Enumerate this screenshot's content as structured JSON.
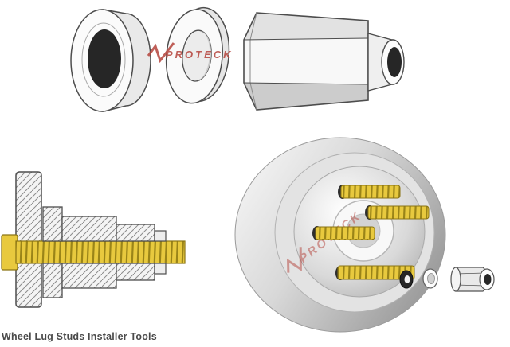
{
  "caption": "Wheel Lug Studs Installer Tools",
  "watermark": {
    "brand": "PROTECK",
    "color": "#b5443c"
  },
  "colors": {
    "stud_yellow": "#e8c93e",
    "stud_thread_line": "#9a8418",
    "stud_outline": "#8a7414",
    "outline_gray": "#4d4d4d",
    "hole_dark": "#262626",
    "caption_gray": "#4a4a4a",
    "metal_light": "#f6f6f6",
    "metal_mid": "#cfcfcf",
    "metal_dark": "#9e9e9e"
  },
  "parts": {
    "top_row": [
      "collar spacer",
      "tapered washer",
      "hex installer nut"
    ],
    "bottom_left": "stud installer cross-section on flange plate",
    "bottom_right": "wheel hub with lug studs and exploded washer, ring and nut"
  }
}
